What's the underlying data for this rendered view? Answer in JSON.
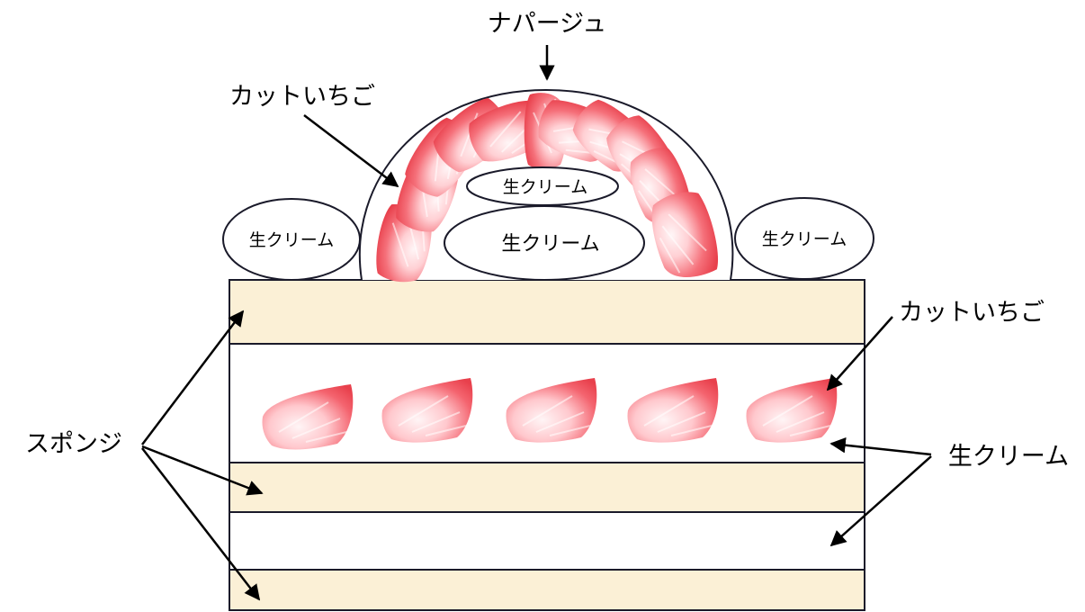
{
  "labels": {
    "nappage": "ナパージュ",
    "cut_strawberry_top": "カットいちご",
    "cut_strawberry_right": "カットいちご",
    "sponge": "スポンジ",
    "fresh_cream_right": "生クリーム",
    "cream_left": "生クリーム",
    "cream_right": "生クリーム",
    "cream_dome_upper": "生クリーム",
    "cream_dome_main": "生クリーム"
  },
  "colors": {
    "sponge": "#fbf0d6",
    "cream": "#ffffff",
    "outline": "#1a1a2a",
    "strawberry_red": "#ee4a55",
    "strawberry_light": "#ffe6e8"
  }
}
